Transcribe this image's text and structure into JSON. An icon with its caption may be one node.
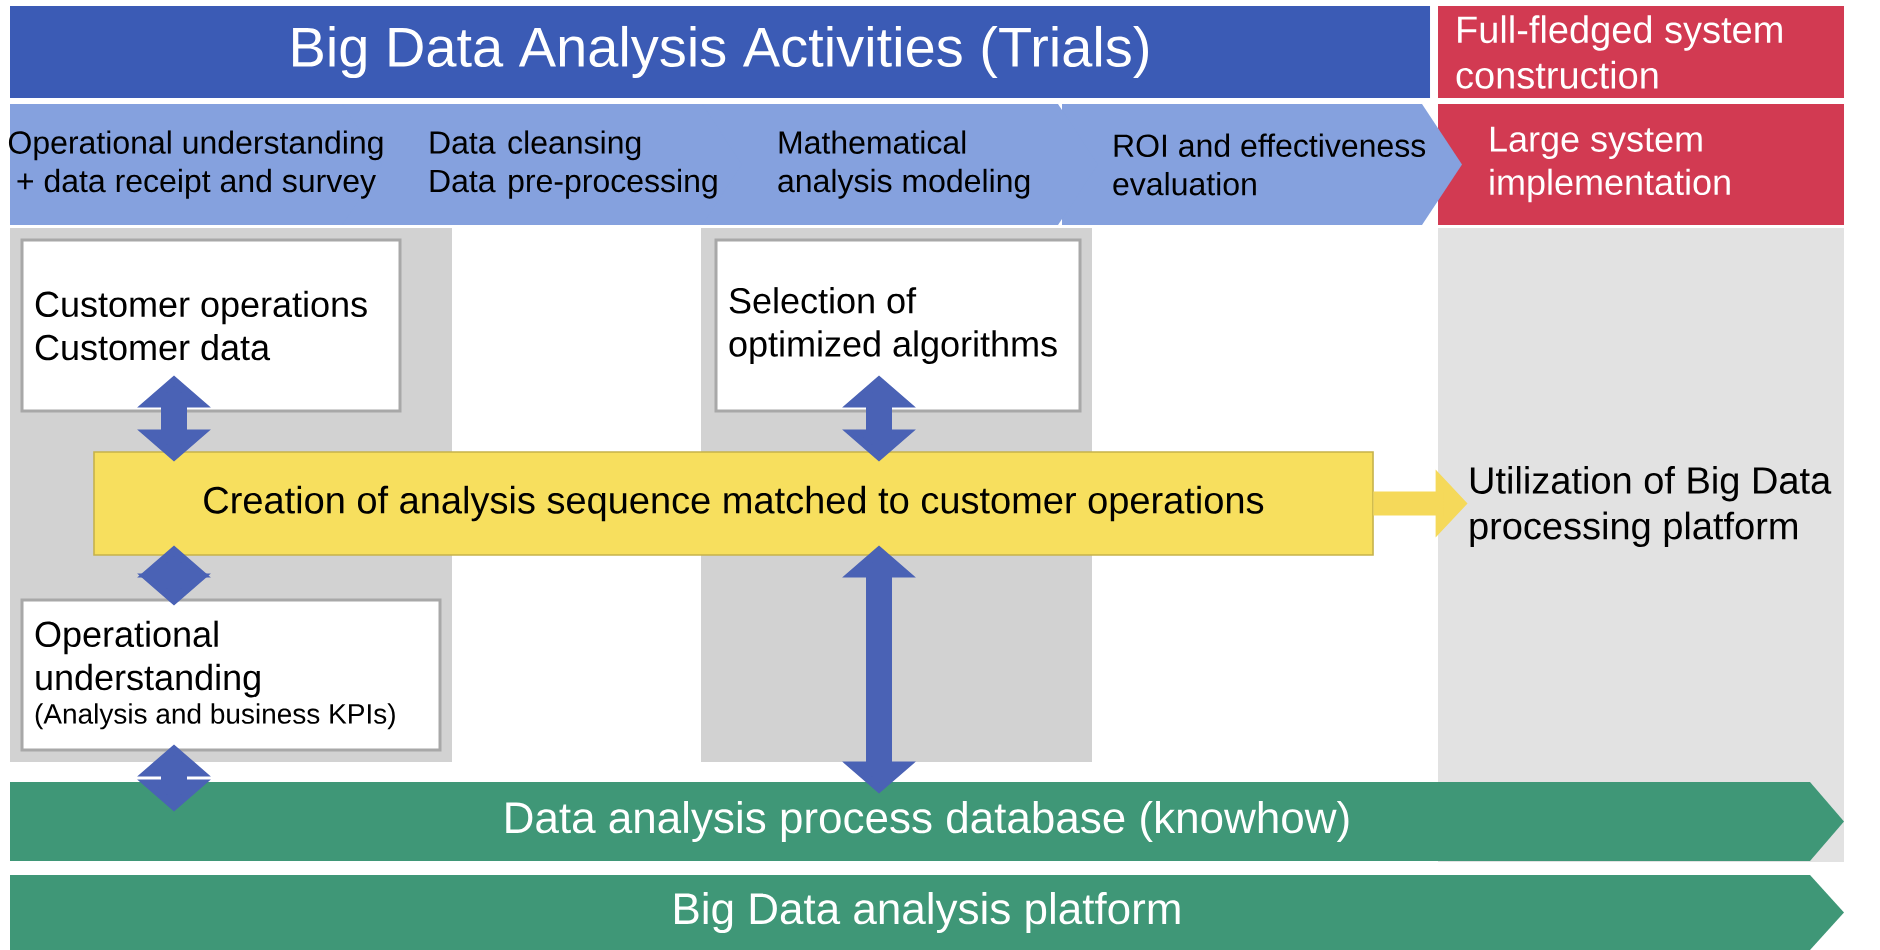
{
  "diagram": {
    "nodes": [
      {
        "text": [
          "Big Data Analysis Activities (Trials)"
        ]
      },
      {
        "text": [
          "Full-fledged system construction"
        ]
      },
      {
        "text": [
          "Operational understanding + data receipt and survey"
        ]
      },
      {
        "text": [
          "Data cleansing Data pre-processing"
        ]
      },
      {
        "text": [
          "Mathematical analysis modeling"
        ]
      },
      {
        "text": [
          "ROI and effectiveness evaluation"
        ]
      },
      {
        "text": [
          "Large system implementation"
        ]
      },
      {
        "text": [
          "Customer operations Customer data"
        ]
      },
      {
        "text": [
          "Selection of optimized algorithms"
        ]
      },
      {
        "text": [
          "Creation of analysis sequence matched to customer operations"
        ]
      },
      {
        "text": [
          "Utilization of Big Data processing platform"
        ]
      },
      {
        "text": [
          "Operational understanding",
          "(Analysis and business KPIs)"
        ]
      },
      {
        "text": [
          "Data analysis process database (knowhow)"
        ]
      },
      {
        "text": [
          "Big Data analysis platform"
        ]
      }
    ],
    "edges": [
      {
        "from": 7,
        "to": 9,
        "arrow": "both"
      },
      {
        "from": 8,
        "to": 9,
        "arrow": "both"
      },
      {
        "from": 9,
        "to": 11,
        "arrow": "both"
      },
      {
        "from": 9,
        "to": 12,
        "arrow": "both"
      },
      {
        "from": 11,
        "to": 12,
        "arrow": "both"
      },
      {
        "from": 9,
        "to": 10,
        "arrow": "to",
        "color": "#f5d95a"
      }
    ]
  }
}
